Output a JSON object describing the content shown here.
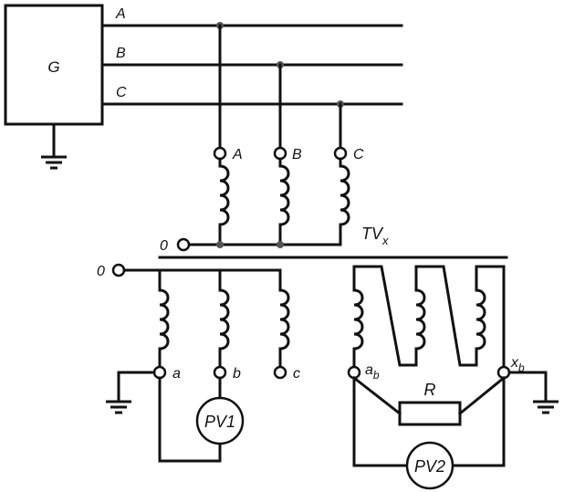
{
  "generator": {
    "label": "G"
  },
  "phases": {
    "a": "A",
    "b": "B",
    "c": "C"
  },
  "transformer": {
    "label_main": "TV",
    "label_sub": "x",
    "primary_terminals": [
      "A",
      "B",
      "C"
    ],
    "neutral_primary": "0",
    "neutral_secondary": "0",
    "secondary_terminals": [
      "a",
      "b",
      "c"
    ]
  },
  "open_delta": {
    "start_main": "a",
    "start_sub": "b",
    "end_main": "x",
    "end_sub": "b"
  },
  "resistor": {
    "label": "R"
  },
  "meters": {
    "pv1": "PV1",
    "pv2": "PV2"
  },
  "colors": {
    "line": "#111111",
    "junction": "#555555",
    "background": "#ffffff"
  }
}
